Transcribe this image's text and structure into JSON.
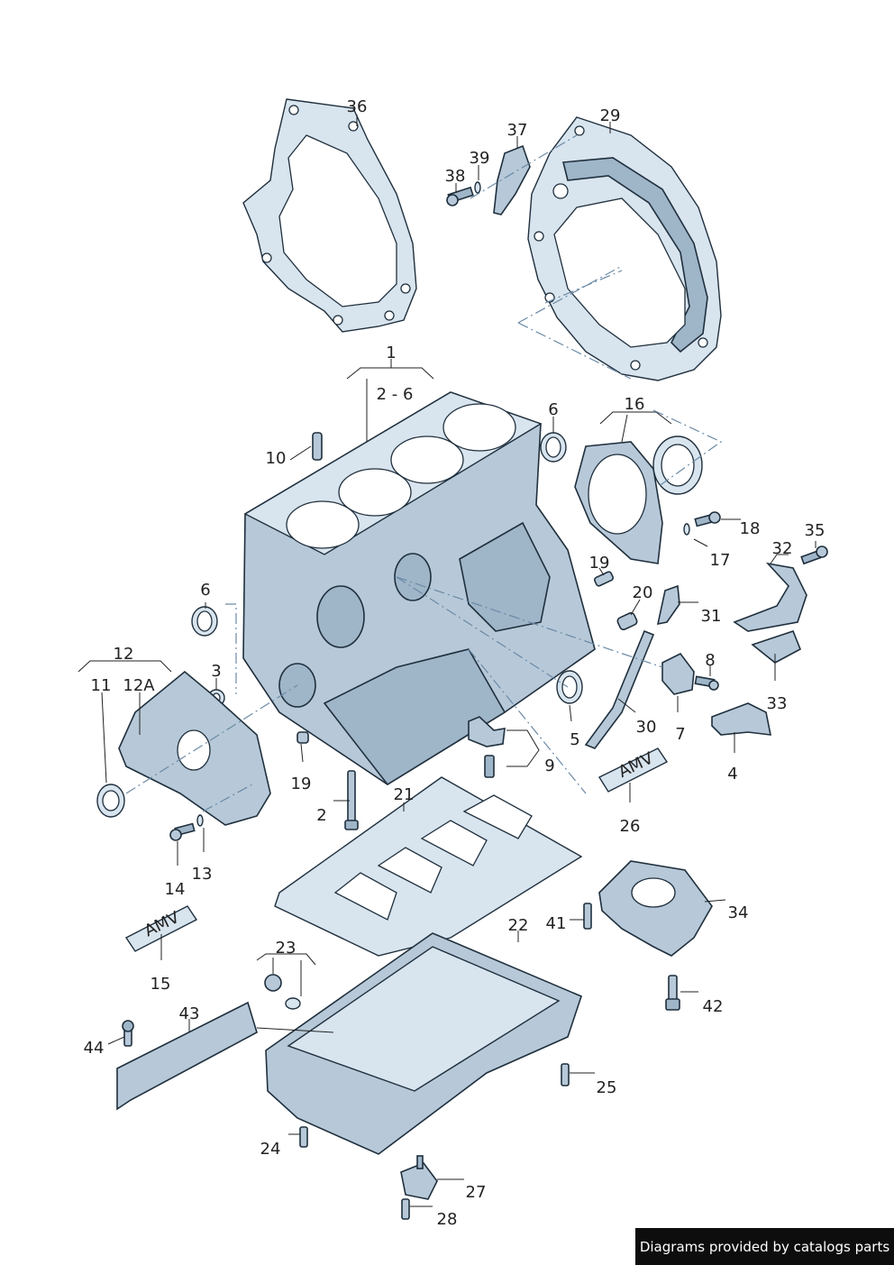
{
  "labels": {
    "l1": "1",
    "l2_6": "2 - 6",
    "l2": "2",
    "l3": "3",
    "l4": "4",
    "l5": "5",
    "l6a": "6",
    "l6b": "6",
    "l7": "7",
    "l8": "8",
    "l9": "9",
    "l10": "10",
    "l11": "11",
    "l12": "12",
    "l12a": "12A",
    "l13": "13",
    "l14": "14",
    "l15": "15",
    "l16": "16",
    "l17": "17",
    "l18": "18",
    "l19a": "19",
    "l19b": "19",
    "l20": "20",
    "l21": "21",
    "l22": "22",
    "l23": "23",
    "l24": "24",
    "l25": "25",
    "l26": "26",
    "l27": "27",
    "l28": "28",
    "l29": "29",
    "l30": "30",
    "l31": "31",
    "l32": "32",
    "l33": "33",
    "l34": "34",
    "l35": "35",
    "l36": "36",
    "l37": "37",
    "l38": "38",
    "l39": "39",
    "l41": "41",
    "l42": "42",
    "l43": "43",
    "l44": "44"
  },
  "tube_text": "AMV",
  "credit": "Diagrams provided by catalogs parts",
  "colors": {
    "part_fill": "#b7c9d8",
    "outline": "#1f2f3d",
    "dash": "#6b8aa6",
    "credit_bg": "#0d0d0d"
  }
}
